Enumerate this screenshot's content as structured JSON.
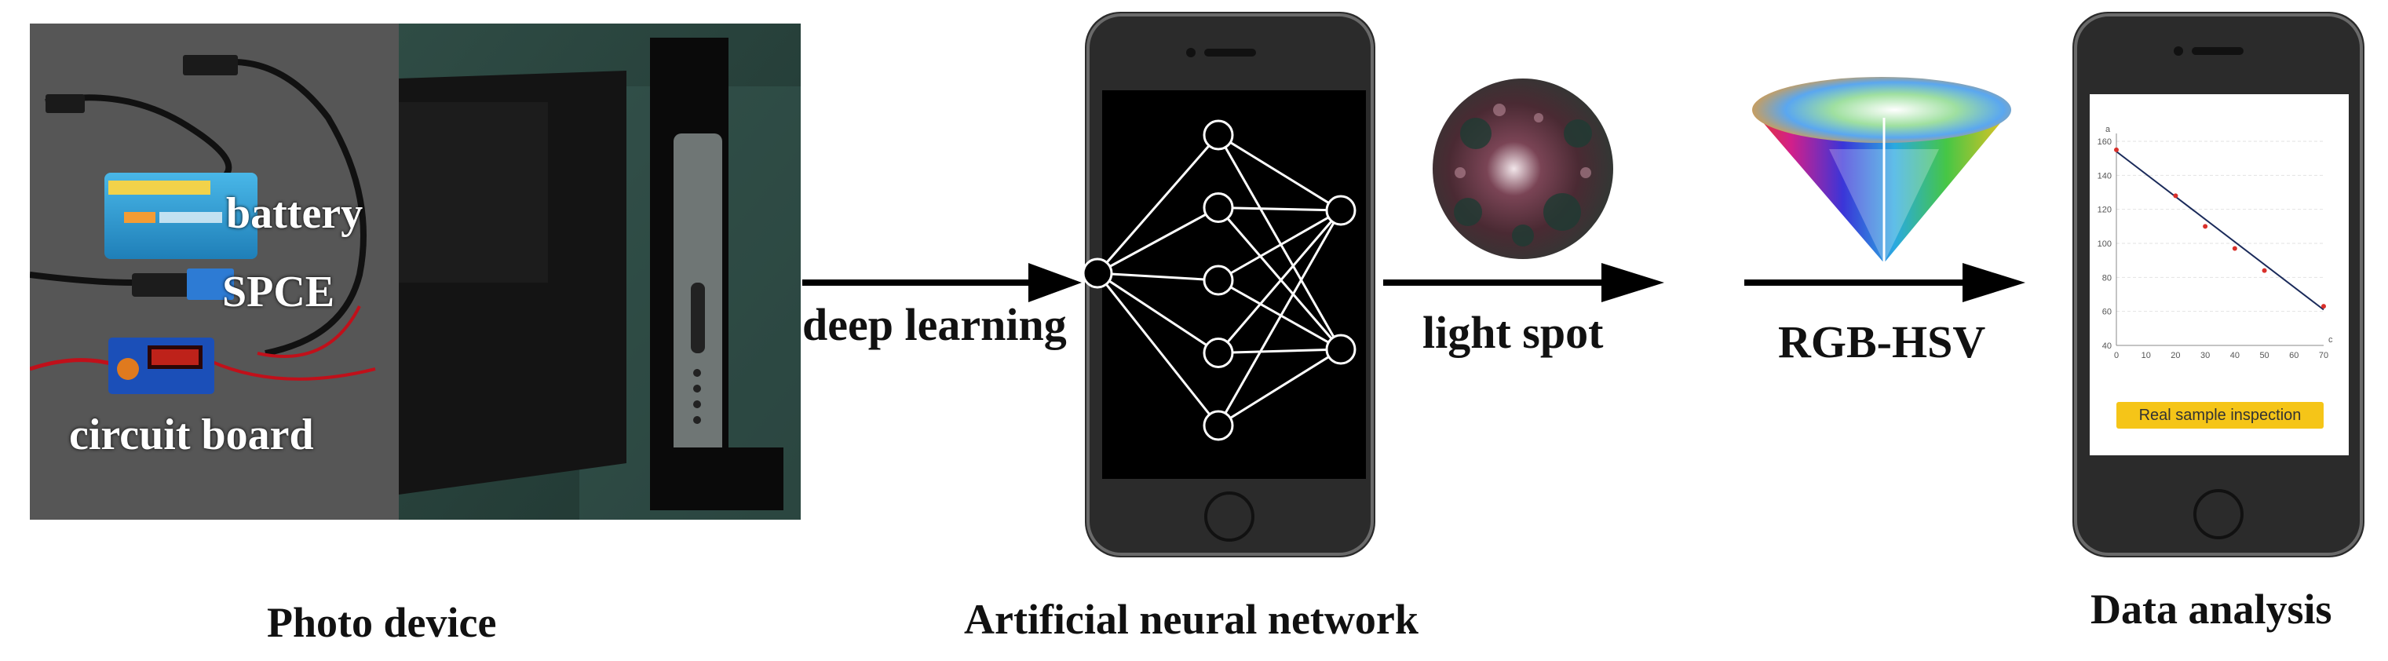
{
  "photo_panel": {
    "labels": {
      "battery": "battery",
      "spce": "SPCE",
      "circuit_board": "circuit board"
    },
    "caption": "Photo device"
  },
  "arrows": {
    "deep_learning": "deep learning",
    "light_spot": "light spot",
    "rgb_hsv": "RGB-HSV"
  },
  "ann_panel": {
    "caption": "Artificial neural network",
    "network_layers": [
      1,
      5,
      2
    ]
  },
  "analysis_panel": {
    "caption": "Data analysis",
    "button_label": "Real sample inspection"
  },
  "chart_data": {
    "type": "scatter",
    "xlabel": "c",
    "ylabel": "a",
    "xlim": [
      0,
      70
    ],
    "ylim": [
      40,
      160
    ],
    "xticks": [
      0,
      10,
      20,
      30,
      40,
      50,
      60,
      70
    ],
    "yticks": [
      40,
      60,
      80,
      100,
      120,
      140,
      160
    ],
    "points": [
      {
        "x": 0,
        "y": 155
      },
      {
        "x": 20,
        "y": 128
      },
      {
        "x": 30,
        "y": 110
      },
      {
        "x": 40,
        "y": 97
      },
      {
        "x": 50,
        "y": 84
      },
      {
        "x": 70,
        "y": 63
      }
    ],
    "fit_line": [
      {
        "x": 0,
        "y": 154
      },
      {
        "x": 70,
        "y": 61
      }
    ],
    "grid": true
  },
  "colors": {
    "arrow": "#000000",
    "phone_body": "#2b2b2b",
    "chart_point": "#d9302b",
    "button": "#f5c518"
  }
}
